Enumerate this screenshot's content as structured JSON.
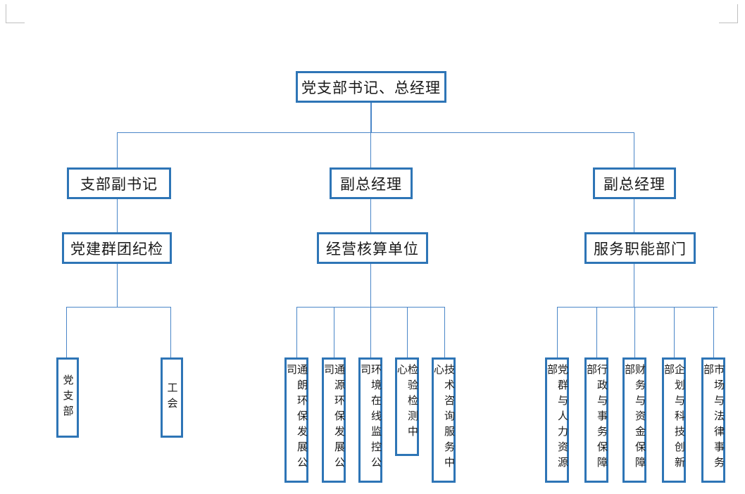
{
  "diagram": {
    "type": "organization-chart",
    "orientation": "top-down",
    "colors": {
      "box_border": "#2e75b6",
      "connector": "#4a86c8",
      "background": "#ffffff",
      "text": "#1a1a1a",
      "page_mark": "#bfbfbf"
    },
    "root": {
      "id": "root",
      "label": "党支部书记、总经理"
    },
    "level2": [
      {
        "id": "l2-left",
        "label": "支部副书记"
      },
      {
        "id": "l2-mid",
        "label": "副总经理"
      },
      {
        "id": "l2-right",
        "label": "副总经理"
      }
    ],
    "level3": [
      {
        "id": "l3-left",
        "label": "党建群团纪检"
      },
      {
        "id": "l3-mid",
        "label": "经营核算单位"
      },
      {
        "id": "l3-right",
        "label": "服务职能部门"
      }
    ],
    "leaves_left": [
      {
        "id": "leaf-party-branch",
        "label": "党支部"
      },
      {
        "id": "leaf-union",
        "label": "工会"
      }
    ],
    "leaves_mid": [
      {
        "id": "leaf-tonglang",
        "label": "通朗环保发展公司"
      },
      {
        "id": "leaf-tongyuan",
        "label": "通源环保发展公司"
      },
      {
        "id": "leaf-online-env",
        "label": "环境在线监控公司"
      },
      {
        "id": "leaf-inspection",
        "label": "检验检测中心"
      },
      {
        "id": "leaf-tech-consult",
        "label": "技术咨询服务中心"
      }
    ],
    "leaves_right": [
      {
        "id": "leaf-party-hr",
        "label": "党群与人力资源部"
      },
      {
        "id": "leaf-admin",
        "label": "行政与事务保障部"
      },
      {
        "id": "leaf-finance",
        "label": "财务与资金保障部"
      },
      {
        "id": "leaf-planning",
        "label": "企划与科技创新部"
      },
      {
        "id": "leaf-market-legal",
        "label": "市场与法律事务部"
      }
    ]
  }
}
